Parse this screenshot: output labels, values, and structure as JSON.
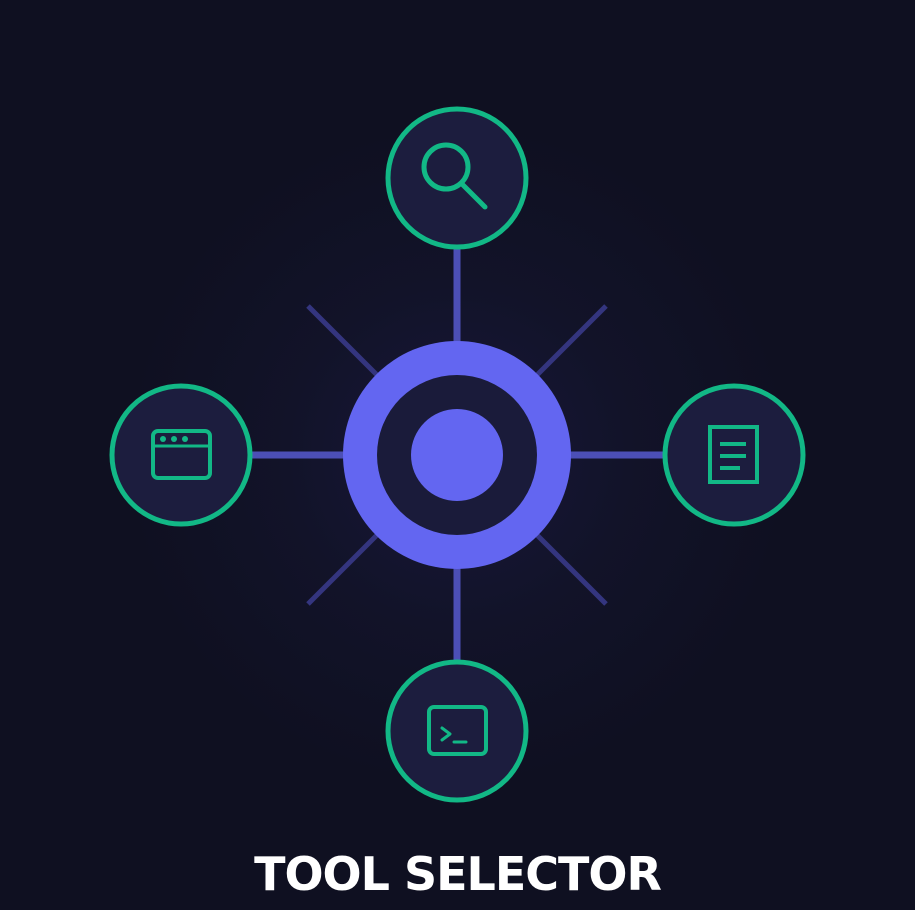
{
  "title": "TOOL SELECTOR",
  "colors": {
    "background": "#0f1021",
    "hub": "#6366f1",
    "hub_inner": "#1a1b3a",
    "connector": "#4c4fb6",
    "ray": "#34357f",
    "node_fill": "#1c1d3e",
    "node_border": "#12b886",
    "icon": "#12b886",
    "title": "#ffffff"
  },
  "hub": {
    "icon": "target-hub-icon"
  },
  "tools": [
    {
      "id": "search",
      "icon": "search-icon",
      "direction": "top"
    },
    {
      "id": "document",
      "icon": "document-icon",
      "direction": "right"
    },
    {
      "id": "terminal",
      "icon": "terminal-icon",
      "direction": "bottom"
    },
    {
      "id": "browser",
      "icon": "browser-window-icon",
      "direction": "left"
    }
  ]
}
